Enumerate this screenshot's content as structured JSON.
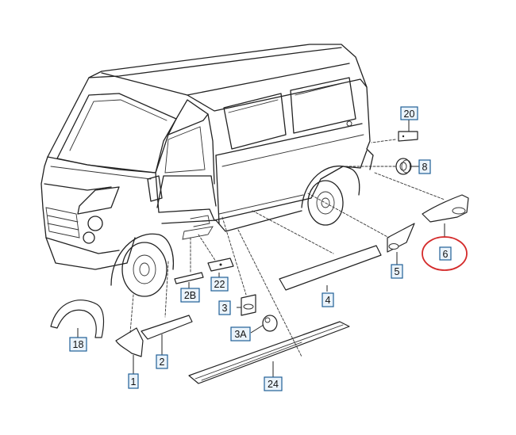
{
  "callouts": [
    {
      "id": "c20",
      "label": "20"
    },
    {
      "id": "c8",
      "label": "8"
    },
    {
      "id": "c6",
      "label": "6"
    },
    {
      "id": "c5",
      "label": "5"
    },
    {
      "id": "c4",
      "label": "4"
    },
    {
      "id": "c3",
      "label": "3"
    },
    {
      "id": "c3a",
      "label": "3A"
    },
    {
      "id": "c22",
      "label": "22"
    },
    {
      "id": "c2b",
      "label": "2B"
    },
    {
      "id": "c18",
      "label": "18"
    },
    {
      "id": "c2",
      "label": "2"
    },
    {
      "id": "c1",
      "label": "1"
    },
    {
      "id": "c24",
      "label": "24"
    }
  ],
  "highlight": {
    "target": "6",
    "color": "#d42a2a"
  },
  "colors": {
    "line": "#222222",
    "callout_border": "#1f5f97",
    "callout_fill": "#eaf3fb"
  }
}
